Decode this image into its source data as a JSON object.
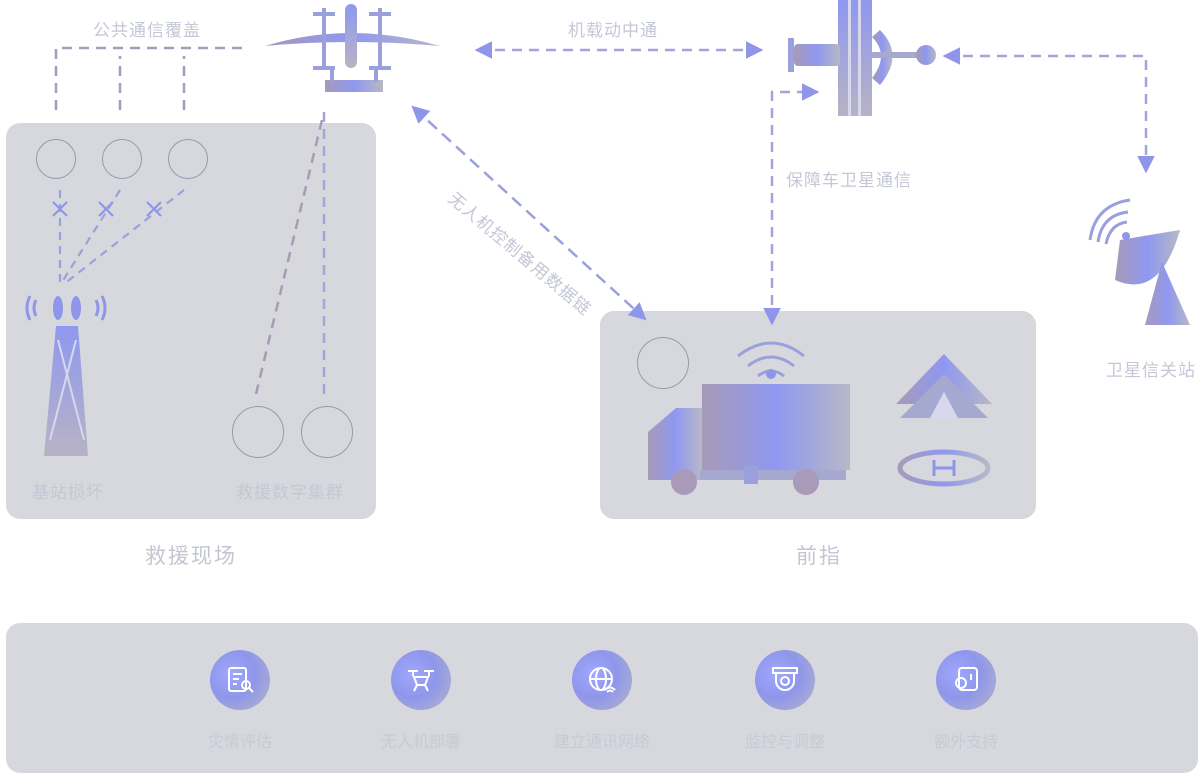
{
  "labels": {
    "public_coverage": "公共通信覆盖",
    "airborne_comm": "机载动中通",
    "uav_datalink": "无人机控制备用数据链",
    "vehicle_satcom": "保障车卫星通信",
    "gateway_station": "卫星信关站",
    "base_station_damaged": "基站损坏",
    "rescue_team": "救援数字集群",
    "rescue_site": "救援现场",
    "command_post": "前指"
  },
  "steps": [
    {
      "label": "灾情评估",
      "icon": "checklist-magnifier-icon"
    },
    {
      "label": "无人机部署",
      "icon": "drone-icon"
    },
    {
      "label": "建立通讯网络",
      "icon": "globe-wifi-icon"
    },
    {
      "label": "监控与调整",
      "icon": "camera-monitor-icon"
    },
    {
      "label": "额外支持",
      "icon": "support-gear-icon"
    }
  ],
  "colors": {
    "panel": "#d7d8dd",
    "accent_blue": "#8f96ea",
    "accent_purple": "#a89ab8",
    "label": "#c4c7d6"
  }
}
